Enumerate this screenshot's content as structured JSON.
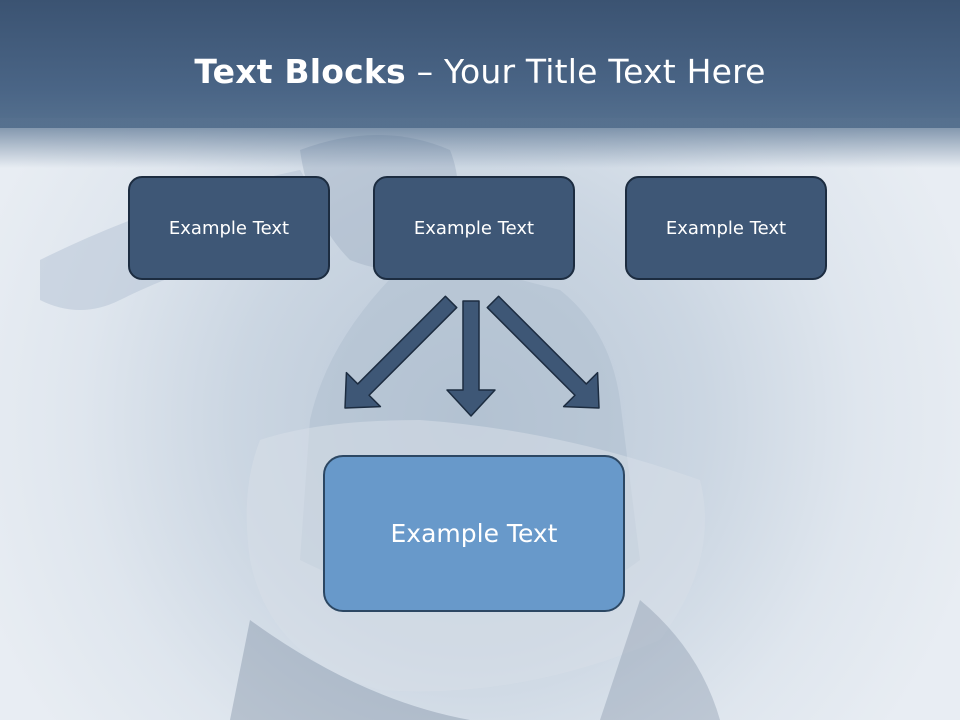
{
  "slide": {
    "title_bold": "Text Blocks",
    "title_dash": " – ",
    "title_rest": "Your Title Text Here"
  },
  "blocks": [
    {
      "label": "Example Text"
    },
    {
      "label": "Example Text"
    },
    {
      "label": "Example Text"
    }
  ],
  "target": {
    "label": "Example Text"
  },
  "colors": {
    "header": "#3f5979",
    "block_fill": "#3e5776",
    "target_fill": "#6899ca",
    "arrow_fill": "#3e5776"
  }
}
